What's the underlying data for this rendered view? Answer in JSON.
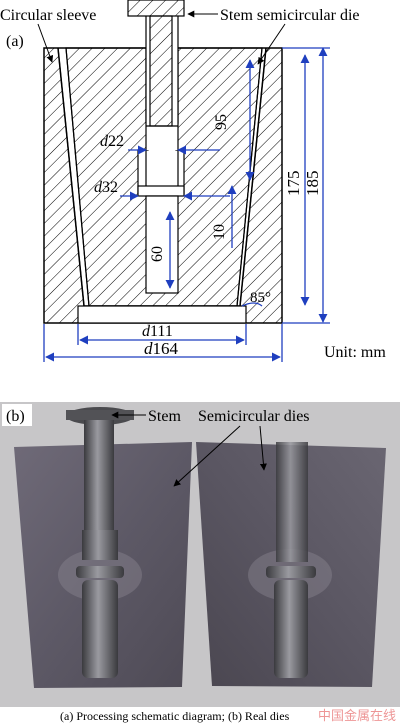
{
  "panel_a": {
    "tag": "(a)",
    "callouts": {
      "circular_sleeve": "Circular sleeve",
      "stem_die": "Stem semicircular die"
    },
    "dimensions": {
      "d22": {
        "prefix": "d",
        "value": "22"
      },
      "d32": {
        "prefix": "d",
        "value": "32"
      },
      "d111": {
        "prefix": "d",
        "value": "111"
      },
      "d164": {
        "prefix": "d",
        "value": "164"
      },
      "h95": "95",
      "h10": "10",
      "h60": "60",
      "h175": "175",
      "h185": "185",
      "angle": "85°"
    },
    "unit": "Unit: mm",
    "colors": {
      "dimension": "#1f3fbf",
      "hatch": "#000000"
    }
  },
  "panel_b": {
    "tag": "(b)",
    "labels": {
      "stem": "Stem",
      "dies": "Semicircular dies"
    }
  },
  "caption": "(a) Processing schematic diagram; (b) Real dies",
  "watermark": "中国金属在线"
}
